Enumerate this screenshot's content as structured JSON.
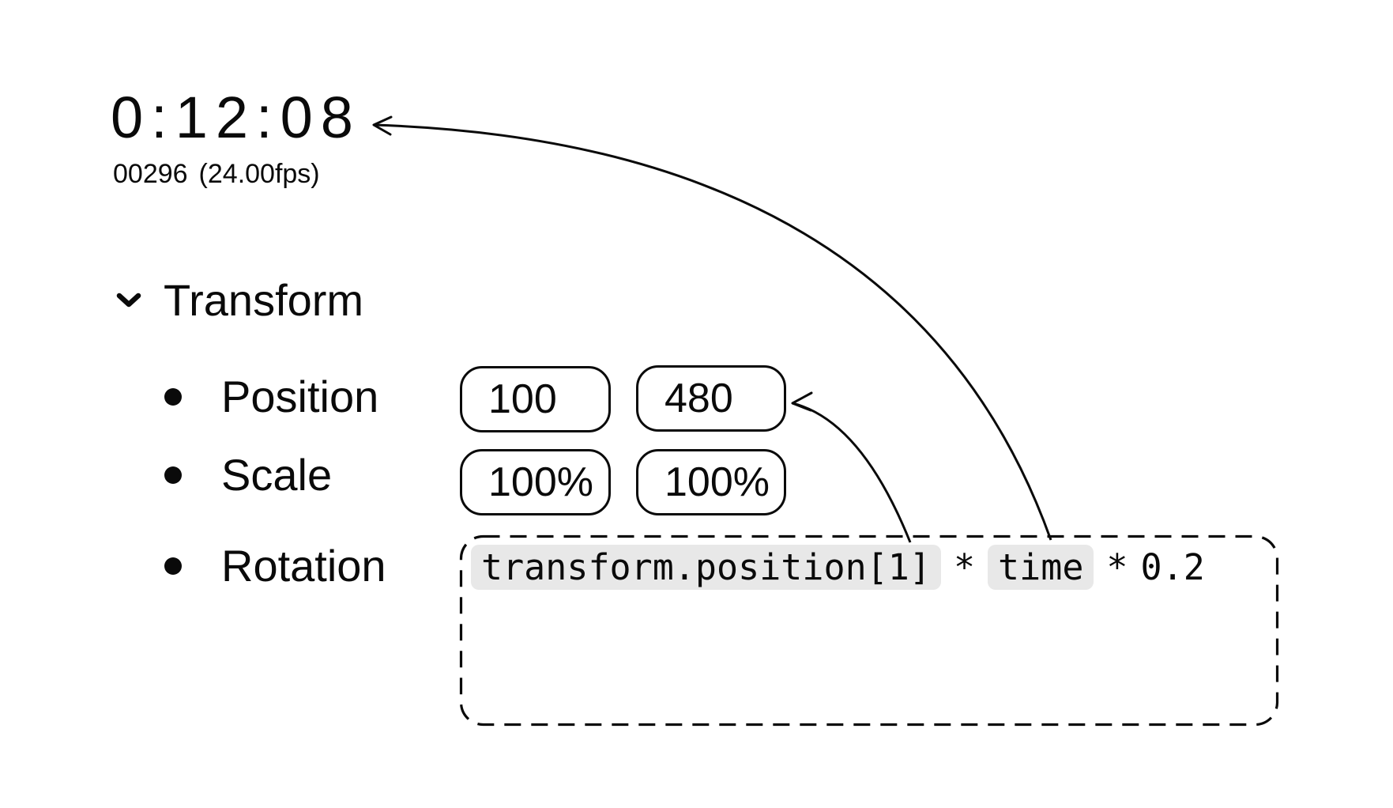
{
  "timecode": {
    "display": "0:12:08",
    "frame": "00296",
    "fps": "(24.00fps)"
  },
  "transform_panel": {
    "title": "Transform",
    "chevron_icon": "chevron-down",
    "properties": [
      {
        "name": "Position",
        "values": [
          "100",
          "480"
        ]
      },
      {
        "name": "Scale",
        "values": [
          "100%",
          "100%"
        ]
      },
      {
        "name": "Rotation",
        "values": []
      }
    ]
  },
  "expression": {
    "full": "transform.position[1] * time * 0.2",
    "tokens": [
      {
        "text": "transform.position[1]",
        "highlighted": true
      },
      {
        "text": "*",
        "highlighted": false
      },
      {
        "text": "time",
        "highlighted": true
      },
      {
        "text": "*",
        "highlighted": false
      },
      {
        "text": "0.2",
        "highlighted": false
      }
    ]
  },
  "annotations": {
    "arrow_1": "time token points to current timecode",
    "arrow_2": "position[1] token points to position y value 480"
  },
  "colors": {
    "ink": "#0a0a0a",
    "background": "#ffffff",
    "token_highlight": "#e8e8e8"
  }
}
